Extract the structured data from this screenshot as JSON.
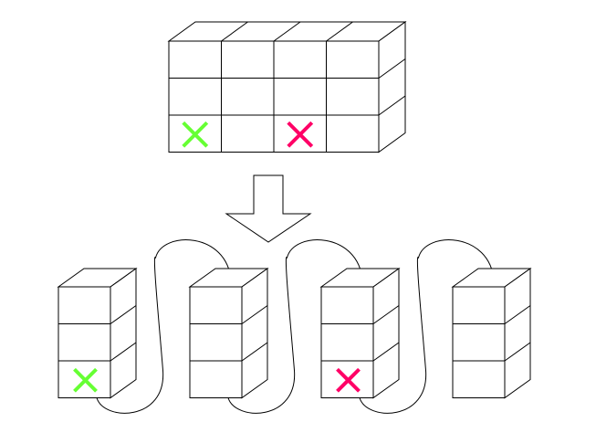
{
  "colors": {
    "stroke": "#000000",
    "background": "#ffffff",
    "mark_green": "#66ff33",
    "mark_pink": "#ff0066"
  },
  "source": {
    "rows": 3,
    "cols": 4,
    "marks": [
      {
        "row": 2,
        "col": 0,
        "color": "mark_green",
        "symbol": "cross"
      },
      {
        "row": 2,
        "col": 2,
        "color": "mark_pink",
        "symbol": "cross"
      }
    ]
  },
  "arrow": {
    "direction": "down"
  },
  "stacks": [
    {
      "rows": 3,
      "mark": {
        "row": 2,
        "color": "mark_green",
        "symbol": "cross"
      }
    },
    {
      "rows": 3,
      "mark": null
    },
    {
      "rows": 3,
      "mark": {
        "row": 2,
        "color": "mark_pink",
        "symbol": "cross"
      }
    },
    {
      "rows": 3,
      "mark": null
    }
  ],
  "links": [
    {
      "from": 0,
      "to": 1
    },
    {
      "from": 1,
      "to": 2
    },
    {
      "from": 2,
      "to": 3
    }
  ]
}
